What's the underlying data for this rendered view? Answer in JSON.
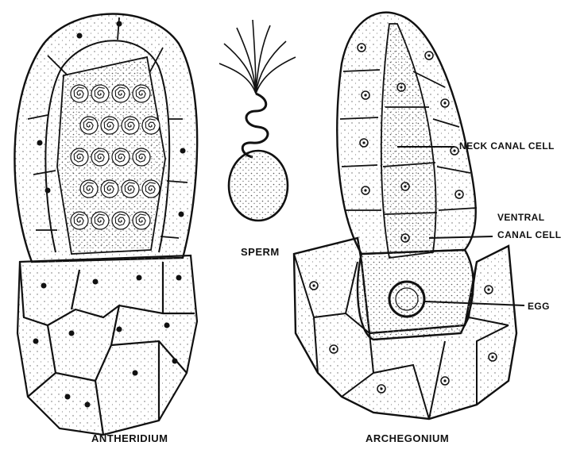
{
  "diagram": {
    "labels": {
      "antheridium": "ANTHERIDIUM",
      "sperm": "SPERM",
      "archegonium": "ARCHEGONIUM",
      "neck_canal_cell_line1": "NECK CANAL CELL",
      "ventral_canal_cell_line1": "VENTRAL",
      "ventral_canal_cell_line2": "CANAL CELL",
      "egg": "EGG"
    },
    "colors": {
      "ink": "#111111",
      "paper": "#ffffff",
      "stipple": "#6a6a6a"
    }
  }
}
